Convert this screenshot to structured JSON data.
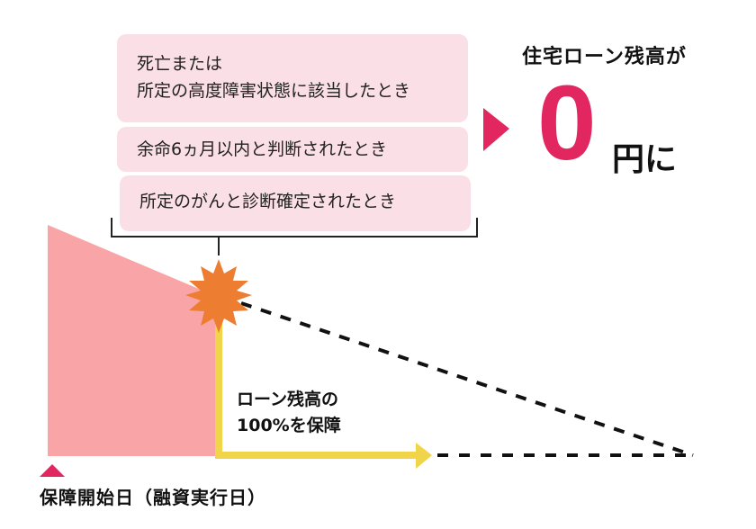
{
  "conditions": [
    {
      "line1": "死亡または",
      "line2": "所定の高度障害状態に該当したとき"
    },
    {
      "line1": "余命6ヵ月以内と判断されたとき"
    },
    {
      "line1": "所定のがんと診断確定されたとき"
    }
  ],
  "result": {
    "headline": "住宅ローン残高が",
    "amount": "0",
    "unit": "円に"
  },
  "guarantee": {
    "line1": "ローン残高の",
    "line2": "100%を保障"
  },
  "timeline": {
    "start_label": "保障開始日（融資実行日）"
  },
  "colors": {
    "box_fill": "#fbdfe6",
    "balance_area": "#f9a4a6",
    "burst": "#ed7d31",
    "accent_pink": "#e2265f",
    "arrow_yellow": "#f0d44a",
    "dash": "#111111"
  }
}
